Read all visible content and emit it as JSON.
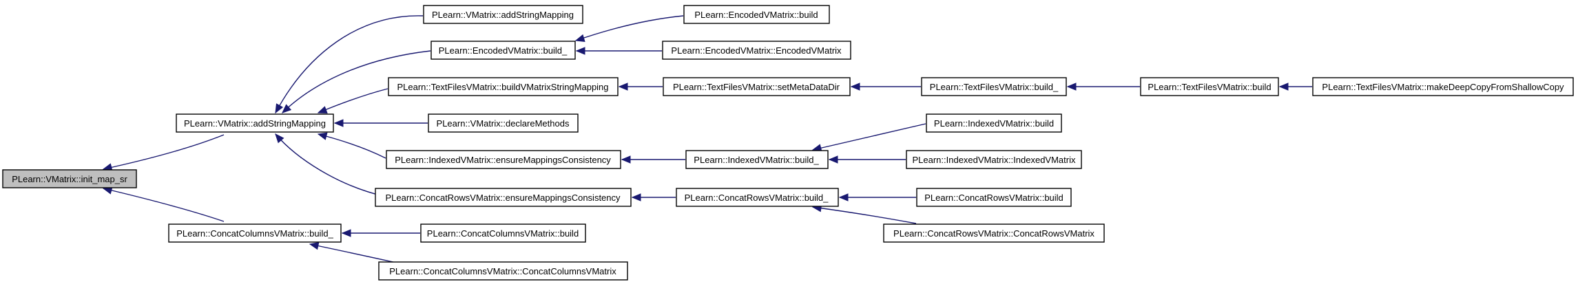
{
  "graph": {
    "edge_color": "#191970",
    "root_fill": "#bfbfbf",
    "nodes": {
      "init_map_sr": "PLearn::VMatrix::init_map_sr",
      "addStringMapping": "PLearn::VMatrix::addStringMapping",
      "concatColumnsBuild_": "PLearn::ConcatColumnsVMatrix::build_",
      "vmAddStringMapping": "PLearn::VMatrix::addStringMapping",
      "encodedBuild_": "PLearn::EncodedVMatrix::build_",
      "textFilesBuildVMSM": "PLearn::TextFilesVMatrix::buildVMatrixStringMapping",
      "declareMethods": "PLearn::VMatrix::declareMethods",
      "indexedEnsure": "PLearn::IndexedVMatrix::ensureMappingsConsistency",
      "concatRowsEnsure": "PLearn::ConcatRowsVMatrix::ensureMappingsConsistency",
      "concatColumnsBuild": "PLearn::ConcatColumnsVMatrix::build",
      "concatColumnsCtor": "PLearn::ConcatColumnsVMatrix::ConcatColumnsVMatrix",
      "encodedBuild": "PLearn::EncodedVMatrix::build",
      "encodedCtor": "PLearn::EncodedVMatrix::EncodedVMatrix",
      "textFilesSetMeta": "PLearn::TextFilesVMatrix::setMetaDataDir",
      "indexedBuild_": "PLearn::IndexedVMatrix::build_",
      "concatRowsBuild_": "PLearn::ConcatRowsVMatrix::build_",
      "textFilesBuild_": "PLearn::TextFilesVMatrix::build_",
      "indexedBuild": "PLearn::IndexedVMatrix::build",
      "indexedCtor": "PLearn::IndexedVMatrix::IndexedVMatrix",
      "concatRowsBuild": "PLearn::ConcatRowsVMatrix::build",
      "concatRowsCtor": "PLearn::ConcatRowsVMatrix::ConcatRowsVMatrix",
      "textFilesBuild": "PLearn::TextFilesVMatrix::build",
      "textFilesDeepCopy": "PLearn::TextFilesVMatrix::makeDeepCopyFromShallowCopy"
    }
  }
}
